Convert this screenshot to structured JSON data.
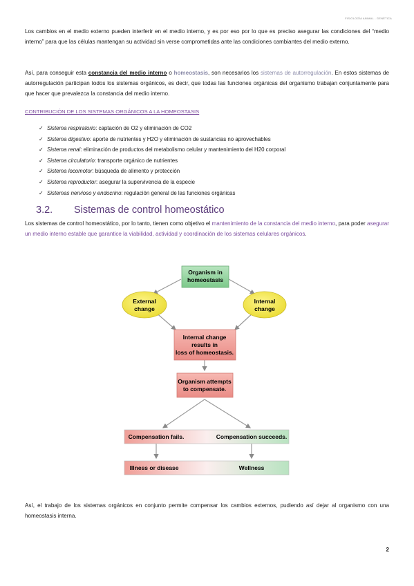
{
  "header": "FISIOLOGÍA ANIMAL - GENÉTICA",
  "p1": "Los cambios en el medio externo pueden interferir en el medio interno, y es por eso por lo que es preciso asegurar las condiciones del “medio interno” para que las células mantengan su actividad sin verse comprometidas ante las condiciones cambiantes del medio externo.",
  "p2": {
    "a": "Así, para conseguir esta ",
    "b": "constancia del medio interno",
    "c": " o ",
    "d": "homeostasis",
    "e": ", son necesarios los ",
    "f": "sistemas de autorregulación",
    "g": ". En estos sistemas de autorregulación participan todos los sistemas orgánicos, es decir, que todas las funciones orgánicas del organismo trabajan conjuntamente para que hacer que prevalezca la constancia del medio interno."
  },
  "section_title": "CONTRIBUCIÓN DE LOS SISTEMAS ORGÁNICOS A LA HOMEOSTASIS",
  "check_symbol": "✓",
  "systems": [
    {
      "name": "Sistema respiratorio",
      "desc": ": captación de O2 y eliminación de CO2"
    },
    {
      "name": "Sistema digestivo:",
      "desc": " aporte de nutrientes y H2O y eliminación de sustancias no aprovechables"
    },
    {
      "name": "Sistema renal",
      "desc": ": eliminación de productos del metabolismo celular y mantenimiento del H20 corporal"
    },
    {
      "name": "Sistema circulatorio",
      "desc": ": transporte orgánico de nutrientes"
    },
    {
      "name": "Sistema locomotor",
      "desc": ": búsqueda de alimento y protección"
    },
    {
      "name": "Sistema reproductor",
      "desc": ": asegurar la supervivencia de la especie"
    },
    {
      "name": "Sistemas nervioso y endocrino",
      "desc": ": regulación general de las funciones orgánicas"
    }
  ],
  "h2": {
    "num": "3.2.",
    "title": "Sistemas de control homeostático"
  },
  "p3": {
    "a": "Los sistemas de control homeostático, por lo tanto, tienen como objetivo el ",
    "b": "mantenimiento de la constancia del medio interno",
    "c": ", para poder ",
    "d": "asegurar un medio interno estable que garantice la viabilidad, actividad y coordinación de los sistemas celulares orgánicos",
    "e": "."
  },
  "diagram": {
    "top_line1": "Organism in",
    "top_line2": "homeostasis",
    "left_line1": "External",
    "left_line2": "change",
    "right_line1": "Internal",
    "right_line2": "change",
    "mid_line1": "Internal change",
    "mid_line2": "results in",
    "mid_line3": "loss of homeostasis.",
    "att_line1": "Organism attempts",
    "att_line2": "to compensate.",
    "fail": "Compensation fails.",
    "succeed": "Compensation succeeds.",
    "illness": "Illness or disease",
    "wellness": "Wellness"
  },
  "p4": "Así, el trabajo de los sistemas orgánicos en conjunto permite compensar los cambios externos, pudiendo así dejar al organismo con una homeostasis interna.",
  "page_number": "2"
}
